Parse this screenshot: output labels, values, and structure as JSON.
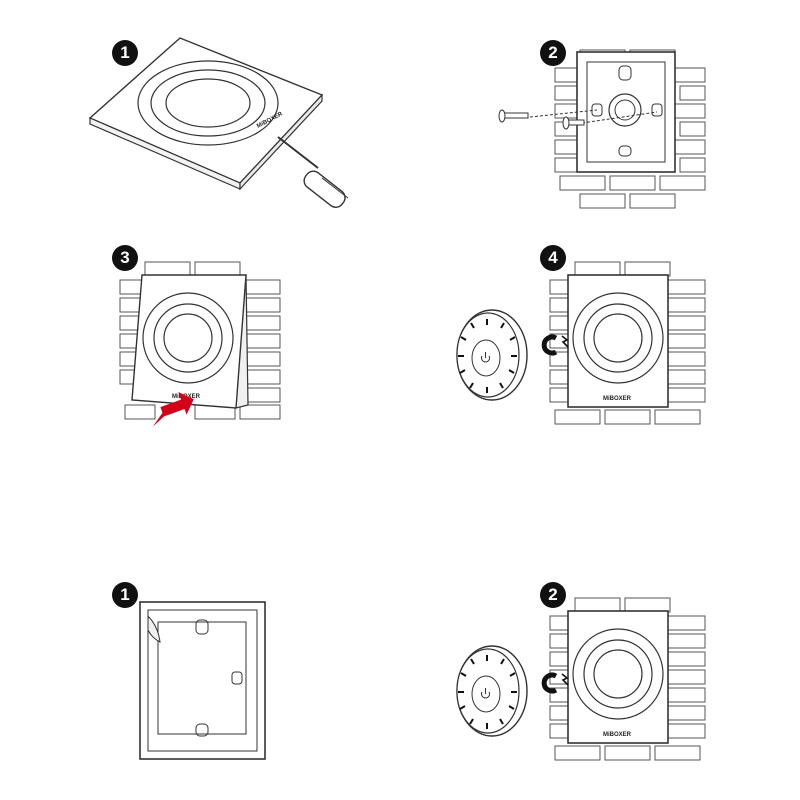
{
  "brand_label": "MiBOXER",
  "steps": [
    {
      "number": "1"
    },
    {
      "number": "2"
    },
    {
      "number": "3"
    },
    {
      "number": "4"
    },
    {
      "number": "1"
    },
    {
      "number": "2"
    }
  ],
  "colors": {
    "outline": "#333333",
    "arrow": "#d4001a",
    "badge": "#111111"
  },
  "icons": [
    "screwdriver-icon",
    "screw-icon",
    "magnet-icon",
    "power-icon",
    "arrow-up-icon"
  ]
}
